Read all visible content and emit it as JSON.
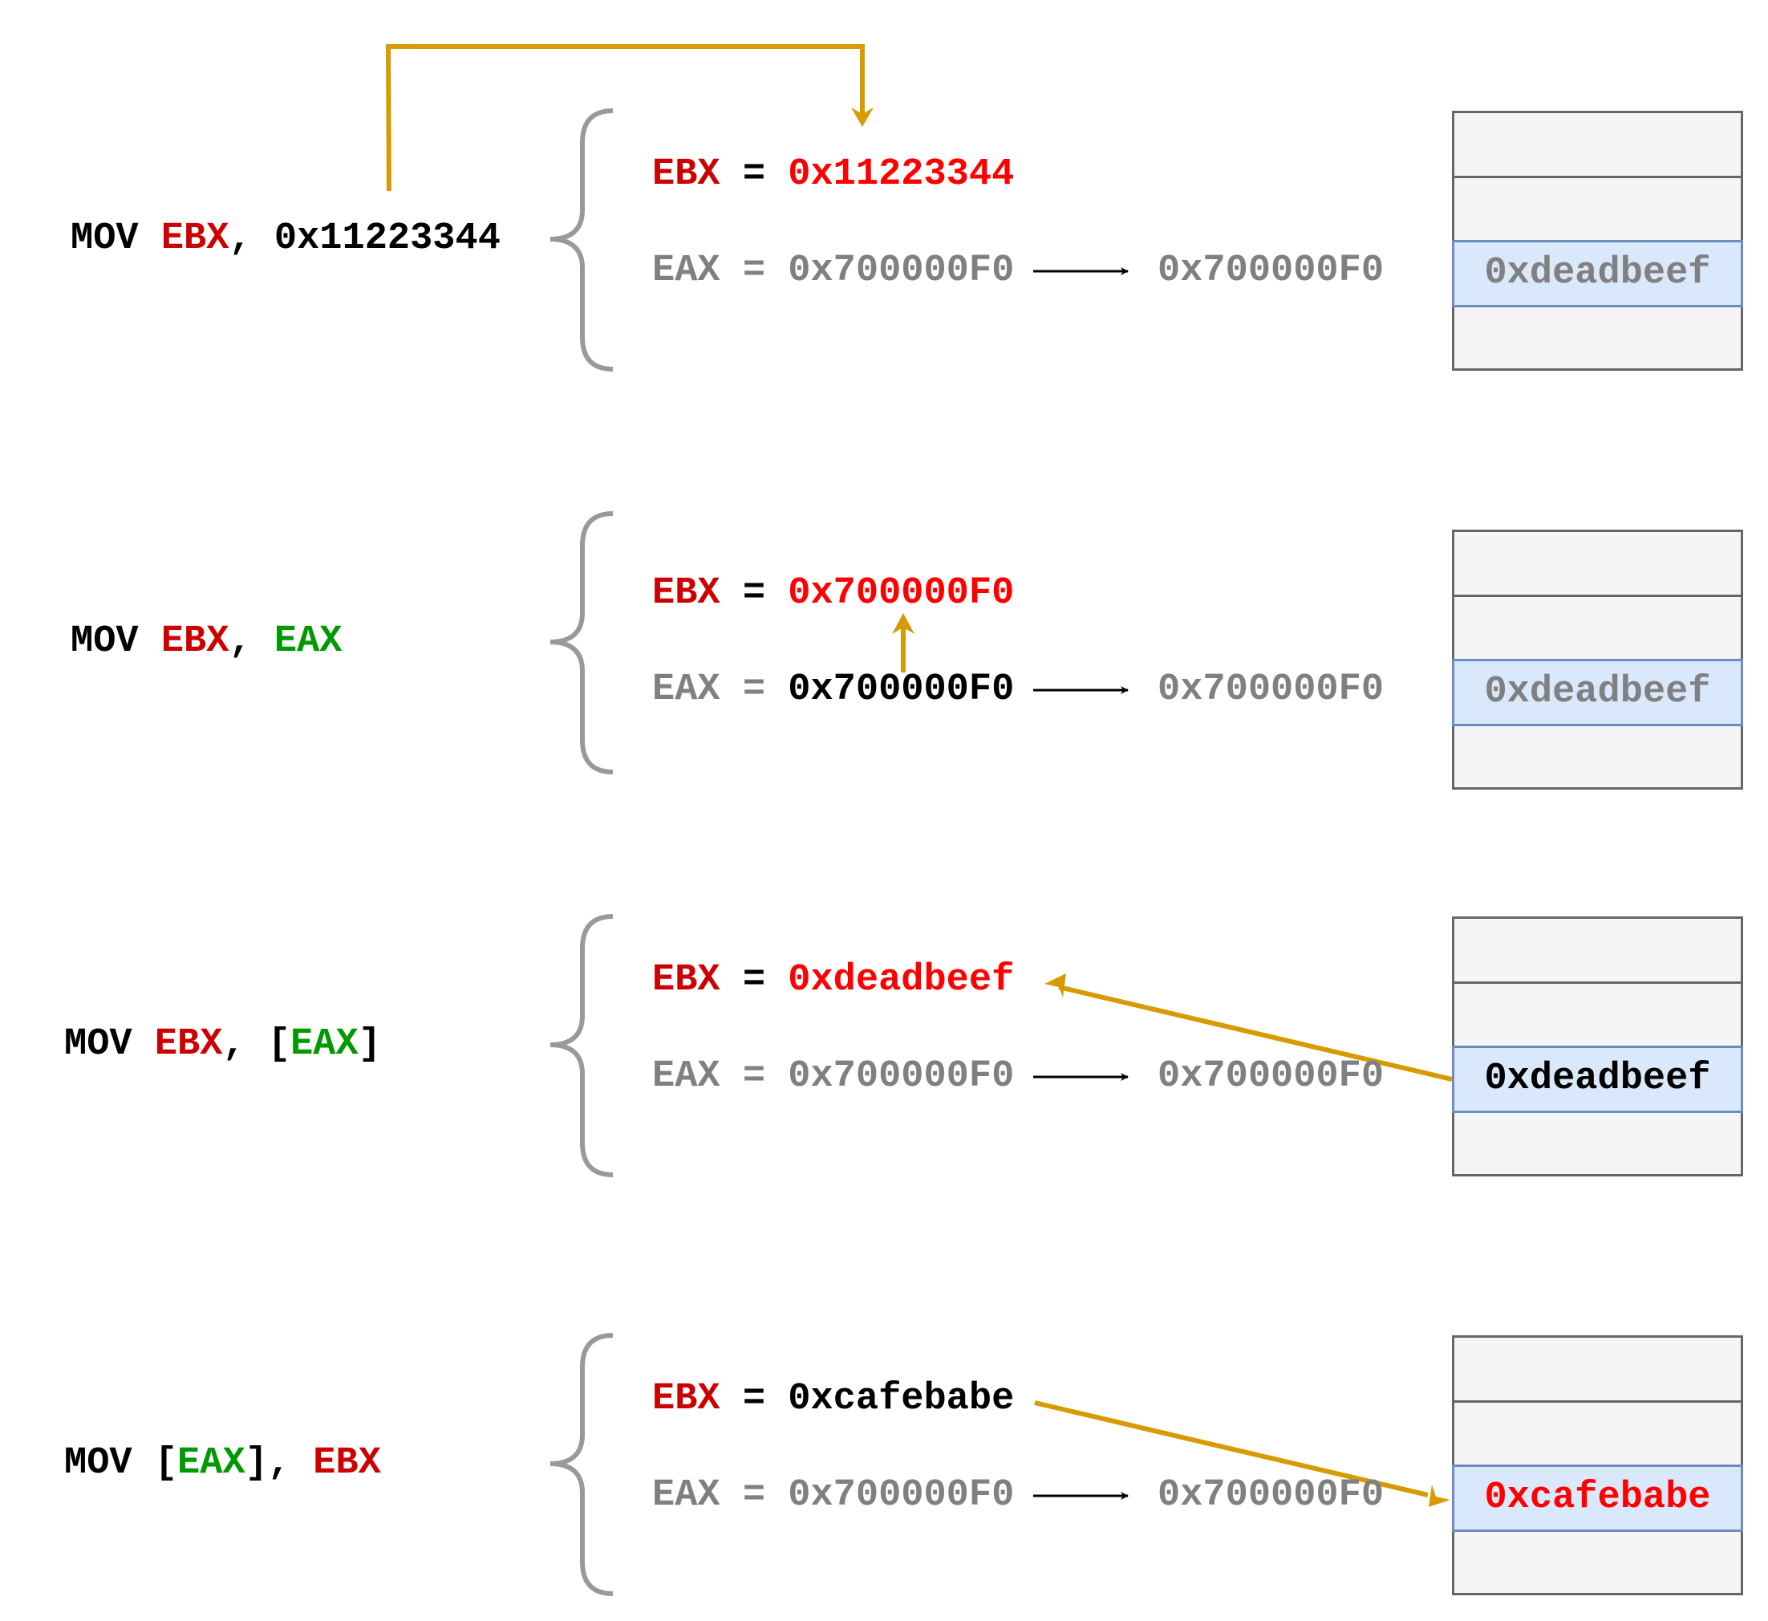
{
  "colors": {
    "text": "#000000",
    "register_dest": "#cc0000",
    "value_new": "#ff0000",
    "register_src": "#009900",
    "inactive": "#808080",
    "flow_arrow": "#d79b00",
    "brace": "#999999",
    "memory_cell_fill": "#f5f5f5",
    "memory_cell_border": "#666666",
    "highlight_cell_fill": "#dae8fc",
    "highlight_cell_border": "#6c8ebf"
  },
  "panels": [
    {
      "instruction": {
        "mnemonic": "MOV ",
        "dest": "EBX",
        "sep": ", ",
        "src": "0x11223344"
      },
      "ebx": {
        "name": "EBX",
        "eq": " = ",
        "value": "0x11223344"
      },
      "eax": {
        "name": "EAX",
        "eq": " = ",
        "value": "0x700000F0"
      },
      "address": "0x700000F0",
      "memory": [
        "",
        "",
        "0xdeadbeef",
        ""
      ]
    },
    {
      "instruction": {
        "mnemonic": "MOV ",
        "dest": "EBX",
        "sep": ", ",
        "src": "EAX"
      },
      "ebx": {
        "name": "EBX",
        "eq": " = ",
        "value": "0x700000F0"
      },
      "eax": {
        "name": "EAX",
        "eq": " = ",
        "value": "0x700000F0"
      },
      "address": "0x700000F0",
      "memory": [
        "",
        "",
        "0xdeadbeef",
        ""
      ]
    },
    {
      "instruction": {
        "mnemonic": "MOV ",
        "dest": "EBX",
        "sep": ", [",
        "src": "EAX",
        "close": "]"
      },
      "ebx": {
        "name": "EBX",
        "eq": " = ",
        "value": "0xdeadbeef"
      },
      "eax": {
        "name": "EAX",
        "eq": " = ",
        "value": "0x700000F0"
      },
      "address": "0x700000F0",
      "memory": [
        "",
        "",
        "0xdeadbeef",
        ""
      ]
    },
    {
      "instruction": {
        "mnemonic": "MOV [",
        "src": "EAX",
        "sep": "], ",
        "dest": "EBX"
      },
      "ebx": {
        "name": "EBX",
        "eq": " = ",
        "value": "0xcafebabe"
      },
      "eax": {
        "name": "EAX",
        "eq": " = ",
        "value": "0x700000F0"
      },
      "address": "0x700000F0",
      "memory": [
        "",
        "",
        "0xcafebabe",
        ""
      ]
    }
  ]
}
